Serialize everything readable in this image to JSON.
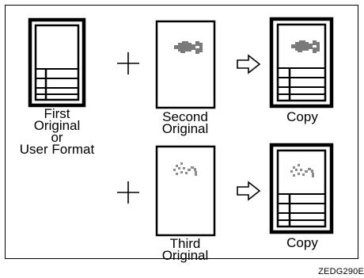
{
  "labels": {
    "first": [
      "First",
      "Original",
      "or",
      "User Format"
    ],
    "second": [
      "Second",
      "Original"
    ],
    "copy_top": "Copy",
    "third": [
      "Third",
      "Original"
    ],
    "copy_bottom": "Copy"
  },
  "figure_code": "ZEDG290E"
}
